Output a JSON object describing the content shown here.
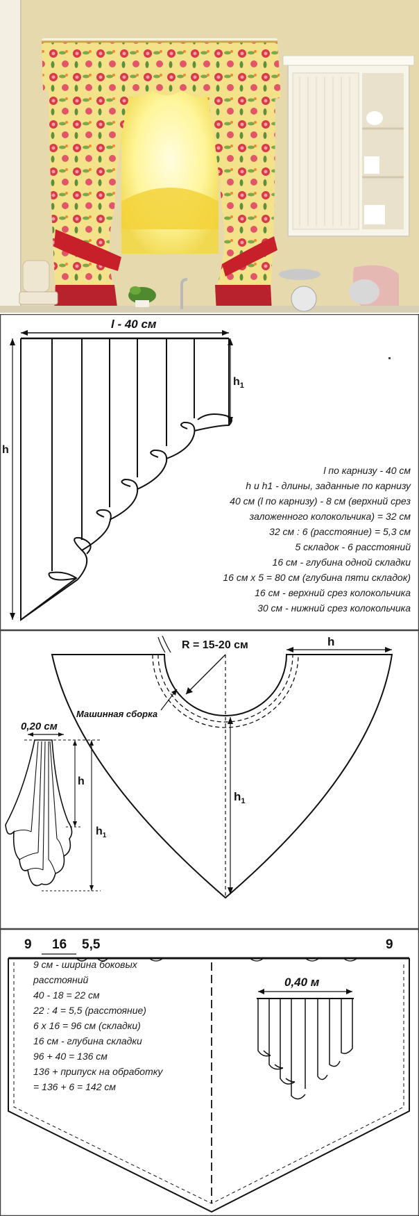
{
  "photo": {
    "colors": {
      "wall": "#e9dcb2",
      "curtain": "#f3df7a",
      "flower": "#d2343f",
      "tie": "#c8202a",
      "window": "#fff7b0",
      "cabinet": "#f7f4ea"
    }
  },
  "diagram1": {
    "top_label": "l - 40 см",
    "h_label": "h",
    "h1_label": "h",
    "h1_sub": "1",
    "notes": [
      "l по карнизу - 40 см",
      "h и h1 - длины, заданные по карнизу",
      "40 см (l по карнизу) - 8 см (верхний срез",
      "заложенного колокольчика) = 32 см",
      "32 см : 6 (расстояние) = 5,3 см",
      "5 складок - 6 расстояний",
      "16 см - глубина одной складки",
      "16 см х 5 = 80 см (глубина пяти складок)",
      "16 см - верхний срез колокольчика",
      "30 см - нижний срез колокольчика"
    ]
  },
  "diagram2": {
    "radius_label": "R = 15-20 см",
    "h_label": "h",
    "h1_label": "h",
    "h1_sub": "1",
    "gather_label": "Машинная сборка",
    "width_label": "0,20 см",
    "small_h_label": "h",
    "small_h1_label": "h",
    "small_h1_sub": "1"
  },
  "diagram3": {
    "top_labels": [
      "9",
      "16",
      "5,5",
      "9"
    ],
    "width_label": "0,40 м",
    "notes": [
      "9 см - ширина боковых",
      "расстояний",
      "40 - 18 = 22 см",
      "22 : 4 = 5,5 (расстояние)",
      "6 х 16 = 96 см (складки)",
      "16 см - глубина складки",
      "96 + 40 = 136 см",
      "136 + припуск на обработку",
      "= 136 + 6 = 142 см"
    ]
  }
}
